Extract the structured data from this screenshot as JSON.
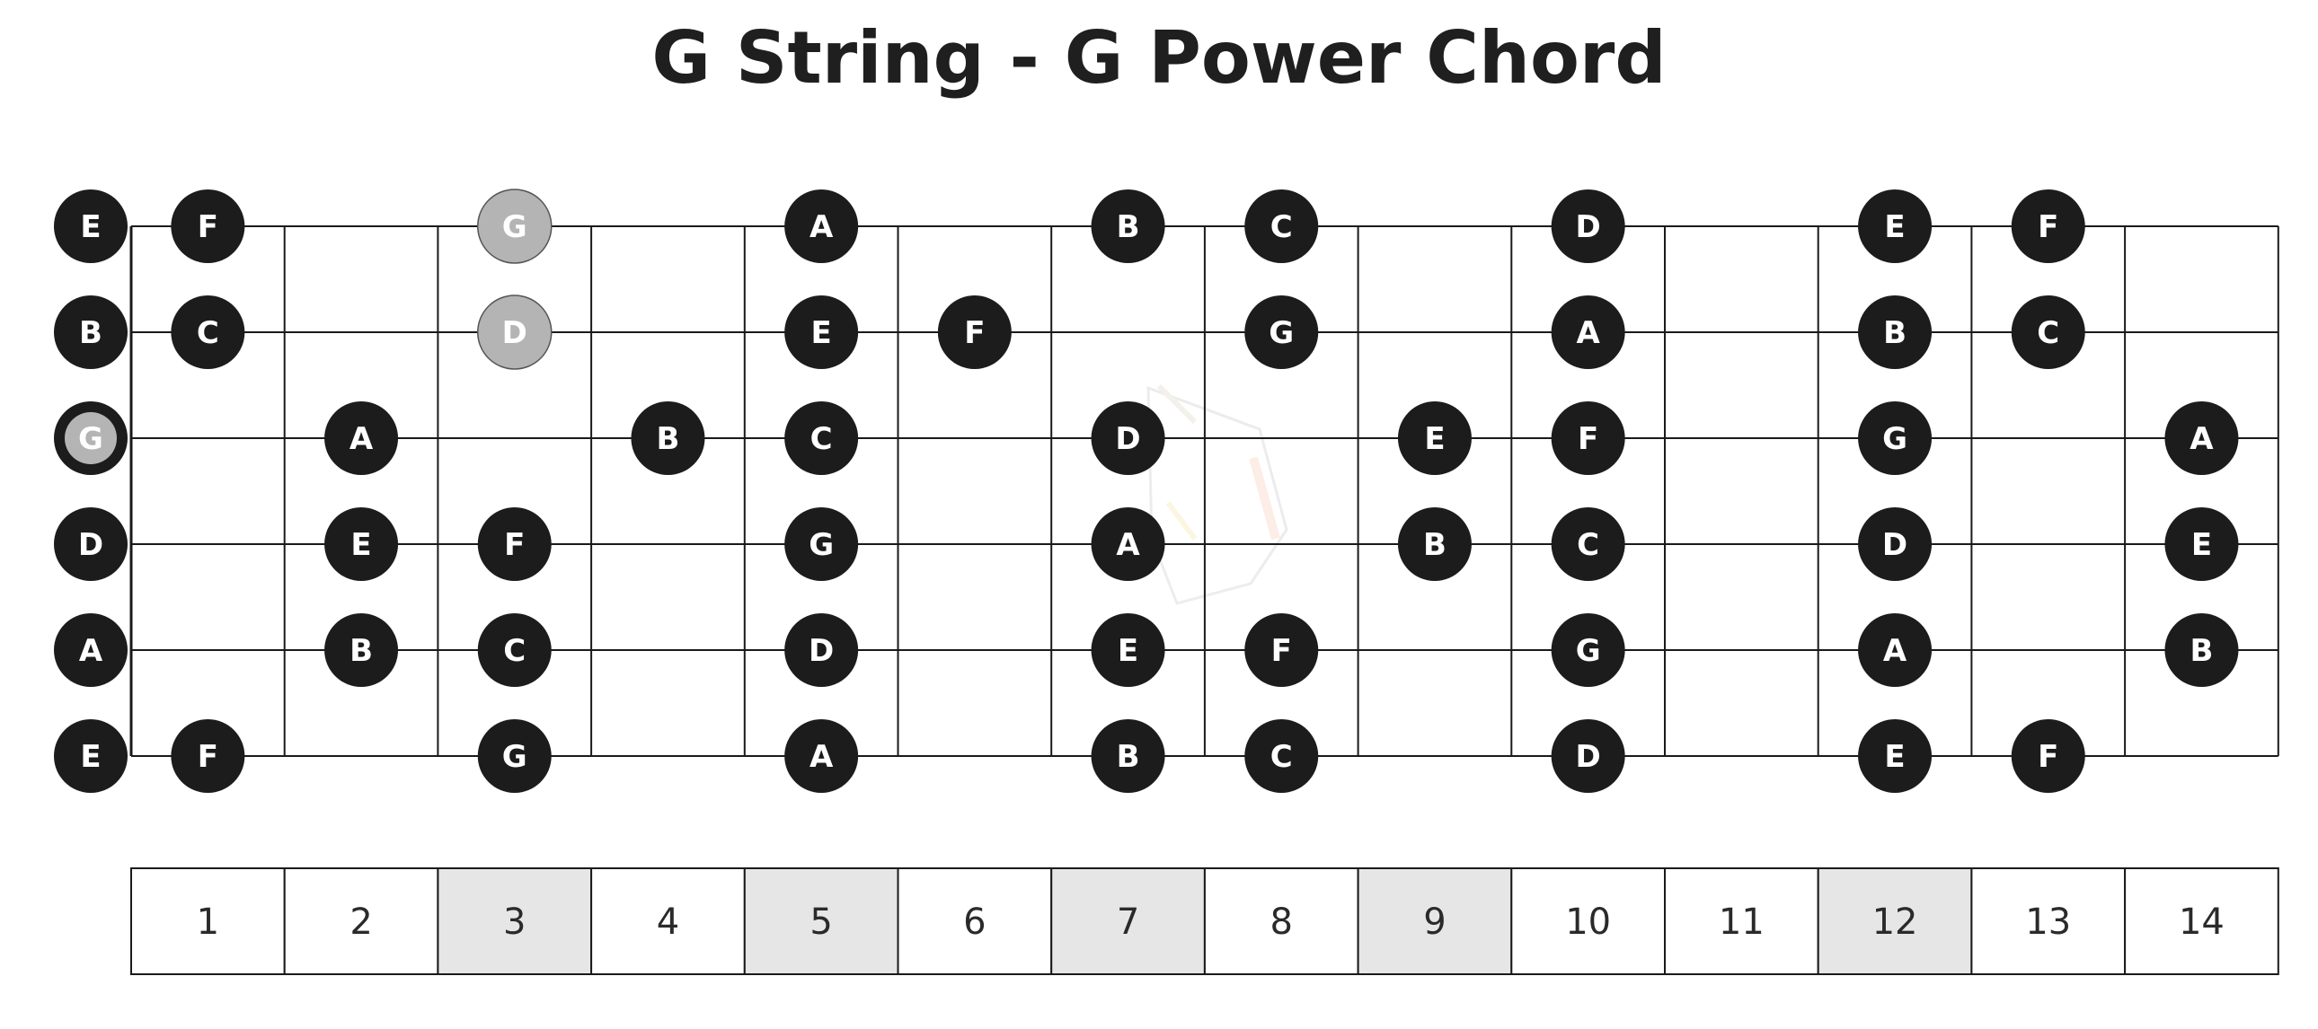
{
  "title": "G String - G Power Chord",
  "colors": {
    "note_fill": "#1c1c1c",
    "note_text": "#ffffff",
    "highlight_fill": "#b4b4b4",
    "highlight_text": "#ffffff",
    "line": "#1a1a1a",
    "marker_fret_fill": "#e6e6e6",
    "plain_fret_fill": "#ffffff"
  },
  "fretboard": {
    "fret_count": 14,
    "strings": [
      {
        "name": "high-e",
        "notes": [
          {
            "fret": 0,
            "note": "E"
          },
          {
            "fret": 1,
            "note": "F"
          },
          {
            "fret": 3,
            "note": "G",
            "highlight": true
          },
          {
            "fret": 5,
            "note": "A"
          },
          {
            "fret": 7,
            "note": "B"
          },
          {
            "fret": 8,
            "note": "C"
          },
          {
            "fret": 10,
            "note": "D"
          },
          {
            "fret": 12,
            "note": "E"
          },
          {
            "fret": 13,
            "note": "F"
          }
        ]
      },
      {
        "name": "b",
        "notes": [
          {
            "fret": 0,
            "note": "B"
          },
          {
            "fret": 1,
            "note": "C"
          },
          {
            "fret": 3,
            "note": "D",
            "highlight": true
          },
          {
            "fret": 5,
            "note": "E"
          },
          {
            "fret": 6,
            "note": "F"
          },
          {
            "fret": 8,
            "note": "G"
          },
          {
            "fret": 10,
            "note": "A"
          },
          {
            "fret": 12,
            "note": "B"
          },
          {
            "fret": 13,
            "note": "C"
          }
        ]
      },
      {
        "name": "g",
        "notes": [
          {
            "fret": 0,
            "note": "G",
            "highlight": true,
            "ring": true
          },
          {
            "fret": 2,
            "note": "A"
          },
          {
            "fret": 4,
            "note": "B"
          },
          {
            "fret": 5,
            "note": "C"
          },
          {
            "fret": 7,
            "note": "D"
          },
          {
            "fret": 9,
            "note": "E"
          },
          {
            "fret": 10,
            "note": "F"
          },
          {
            "fret": 12,
            "note": "G"
          },
          {
            "fret": 14,
            "note": "A"
          }
        ]
      },
      {
        "name": "d",
        "notes": [
          {
            "fret": 0,
            "note": "D"
          },
          {
            "fret": 2,
            "note": "E"
          },
          {
            "fret": 3,
            "note": "F"
          },
          {
            "fret": 5,
            "note": "G"
          },
          {
            "fret": 7,
            "note": "A"
          },
          {
            "fret": 9,
            "note": "B"
          },
          {
            "fret": 10,
            "note": "C"
          },
          {
            "fret": 12,
            "note": "D"
          },
          {
            "fret": 14,
            "note": "E"
          }
        ]
      },
      {
        "name": "a",
        "notes": [
          {
            "fret": 0,
            "note": "A"
          },
          {
            "fret": 2,
            "note": "B"
          },
          {
            "fret": 3,
            "note": "C"
          },
          {
            "fret": 5,
            "note": "D"
          },
          {
            "fret": 7,
            "note": "E"
          },
          {
            "fret": 8,
            "note": "F"
          },
          {
            "fret": 10,
            "note": "G"
          },
          {
            "fret": 12,
            "note": "A"
          },
          {
            "fret": 14,
            "note": "B"
          }
        ]
      },
      {
        "name": "low-e",
        "notes": [
          {
            "fret": 0,
            "note": "E"
          },
          {
            "fret": 1,
            "note": "F"
          },
          {
            "fret": 3,
            "note": "G"
          },
          {
            "fret": 5,
            "note": "A"
          },
          {
            "fret": 7,
            "note": "B"
          },
          {
            "fret": 8,
            "note": "C"
          },
          {
            "fret": 10,
            "note": "D"
          },
          {
            "fret": 12,
            "note": "E"
          },
          {
            "fret": 13,
            "note": "F"
          }
        ]
      }
    ]
  },
  "fret_numbers": [
    {
      "label": "1",
      "marker": false
    },
    {
      "label": "2",
      "marker": false
    },
    {
      "label": "3",
      "marker": true
    },
    {
      "label": "4",
      "marker": false
    },
    {
      "label": "5",
      "marker": true
    },
    {
      "label": "6",
      "marker": false
    },
    {
      "label": "7",
      "marker": true
    },
    {
      "label": "8",
      "marker": false
    },
    {
      "label": "9",
      "marker": true
    },
    {
      "label": "10",
      "marker": false
    },
    {
      "label": "11",
      "marker": false
    },
    {
      "label": "12",
      "marker": true
    },
    {
      "label": "13",
      "marker": false
    },
    {
      "label": "14",
      "marker": false
    }
  ]
}
